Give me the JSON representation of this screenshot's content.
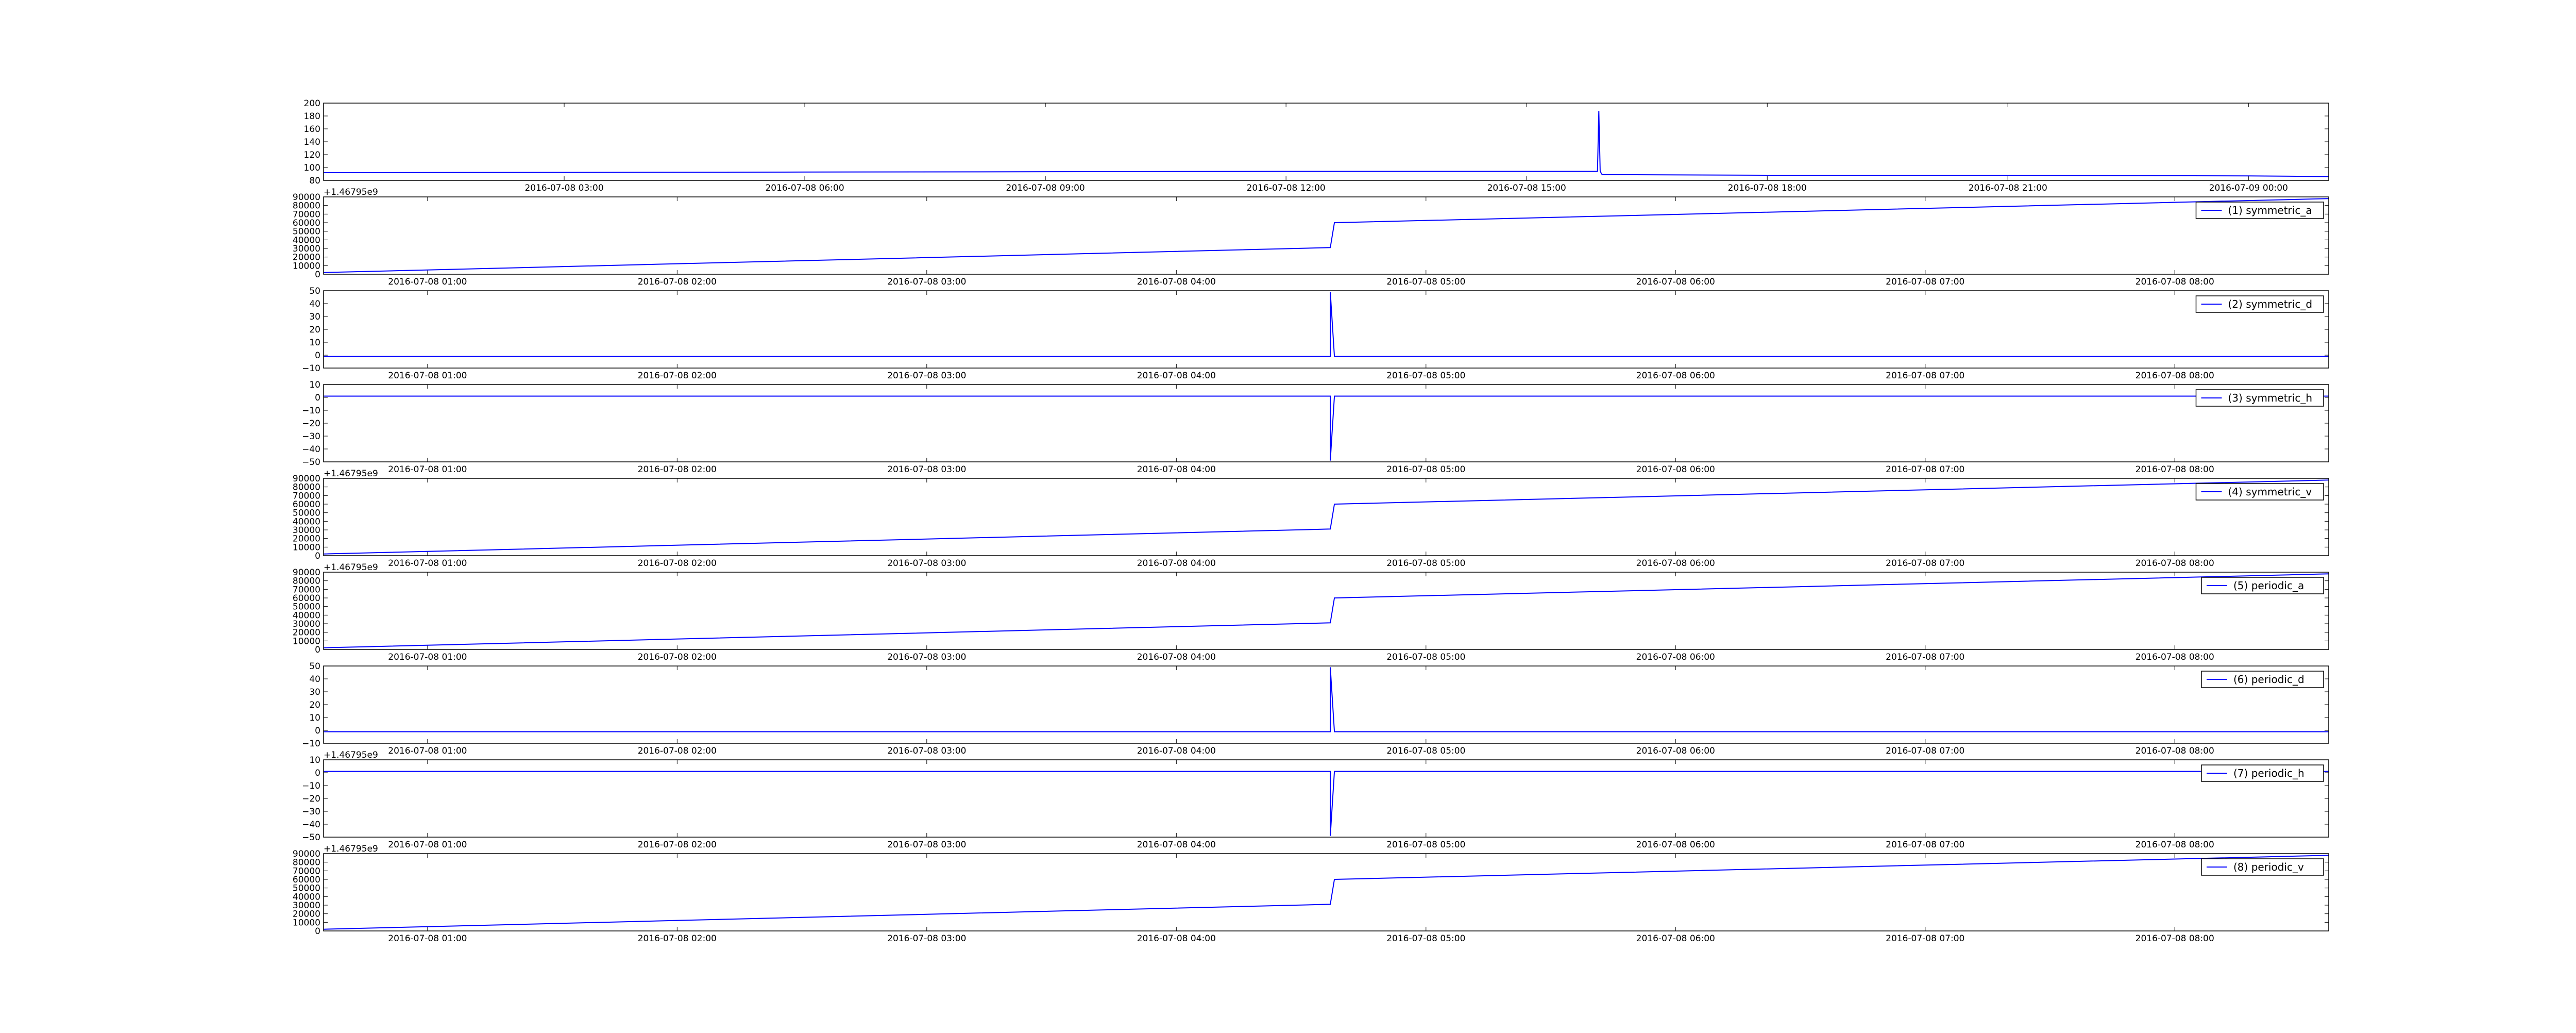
{
  "colors": {
    "line": "#0000ff",
    "axis": "#000000",
    "background": "#ffffff"
  },
  "chart_data": [
    {
      "type": "line",
      "x_kind": "datetime",
      "x_range": [
        "2016-07-08 00:00",
        "2016-07-09 01:00"
      ],
      "ylim": [
        80,
        200
      ],
      "yticks": [
        80,
        100,
        120,
        140,
        160,
        180,
        200
      ],
      "xticks": [
        "2016-07-08 03:00",
        "2016-07-08 06:00",
        "2016-07-08 09:00",
        "2016-07-08 12:00",
        "2016-07-08 15:00",
        "2016-07-08 18:00",
        "2016-07-08 21:00",
        "2016-07-09 00:00"
      ],
      "offset_label": "",
      "legend": "",
      "series": [
        {
          "x": [
            "2016-07-08 00:00",
            "2016-07-08 06:00",
            "2016-07-08 12:00",
            "2016-07-08 15:53",
            "2016-07-08 15:54",
            "2016-07-08 15:55",
            "2016-07-08 15:56",
            "2016-07-08 15:57",
            "2016-07-08 18:00",
            "2016-07-08 21:00",
            "2016-07-09 00:00",
            "2016-07-09 01:00"
          ],
          "y": [
            92,
            93,
            94,
            94,
            188,
            95,
            90,
            89,
            88,
            88,
            87,
            86
          ]
        }
      ]
    },
    {
      "type": "line",
      "x_kind": "datetime",
      "x_range": [
        "2016-07-08 00:35",
        "2016-07-08 08:37"
      ],
      "ylim": [
        0,
        90000
      ],
      "yticks": [
        0,
        10000,
        20000,
        30000,
        40000,
        50000,
        60000,
        70000,
        80000,
        90000
      ],
      "xticks": [
        "2016-07-08 01:00",
        "2016-07-08 02:00",
        "2016-07-08 03:00",
        "2016-07-08 04:00",
        "2016-07-08 05:00",
        "2016-07-08 06:00",
        "2016-07-08 07:00",
        "2016-07-08 08:00"
      ],
      "offset_label": "+1.46795e9",
      "legend": "(1) symmetric_a",
      "series": [
        {
          "x": [
            "2016-07-08 00:35",
            "2016-07-08 04:37",
            "2016-07-08 04:38",
            "2016-07-08 08:37"
          ],
          "y": [
            2000,
            31000,
            60000,
            88000
          ]
        }
      ]
    },
    {
      "type": "line",
      "x_kind": "datetime",
      "x_range": [
        "2016-07-08 00:35",
        "2016-07-08 08:37"
      ],
      "ylim": [
        -10,
        50
      ],
      "yticks": [
        -10,
        0,
        10,
        20,
        30,
        40,
        50
      ],
      "xticks": [
        "2016-07-08 01:00",
        "2016-07-08 02:00",
        "2016-07-08 03:00",
        "2016-07-08 04:00",
        "2016-07-08 05:00",
        "2016-07-08 06:00",
        "2016-07-08 07:00",
        "2016-07-08 08:00"
      ],
      "offset_label": "",
      "legend": "(2) symmetric_d",
      "series": [
        {
          "x": [
            "2016-07-08 00:35",
            "2016-07-08 04:37",
            "2016-07-08 04:37",
            "2016-07-08 04:38",
            "2016-07-08 08:37"
          ],
          "y": [
            -1,
            -1,
            49,
            -1,
            -1
          ]
        }
      ]
    },
    {
      "type": "line",
      "x_kind": "datetime",
      "x_range": [
        "2016-07-08 00:35",
        "2016-07-08 08:37"
      ],
      "ylim": [
        -50,
        10
      ],
      "yticks": [
        -50,
        -40,
        -30,
        -20,
        -10,
        0,
        10
      ],
      "xticks": [
        "2016-07-08 01:00",
        "2016-07-08 02:00",
        "2016-07-08 03:00",
        "2016-07-08 04:00",
        "2016-07-08 05:00",
        "2016-07-08 06:00",
        "2016-07-08 07:00",
        "2016-07-08 08:00"
      ],
      "offset_label": "",
      "legend": "(3) symmetric_h",
      "series": [
        {
          "x": [
            "2016-07-08 00:35",
            "2016-07-08 04:37",
            "2016-07-08 04:37",
            "2016-07-08 04:38",
            "2016-07-08 08:37"
          ],
          "y": [
            1,
            1,
            -49,
            1,
            1
          ]
        }
      ]
    },
    {
      "type": "line",
      "x_kind": "datetime",
      "x_range": [
        "2016-07-08 00:35",
        "2016-07-08 08:37"
      ],
      "ylim": [
        0,
        90000
      ],
      "yticks": [
        0,
        10000,
        20000,
        30000,
        40000,
        50000,
        60000,
        70000,
        80000,
        90000
      ],
      "xticks": [
        "2016-07-08 01:00",
        "2016-07-08 02:00",
        "2016-07-08 03:00",
        "2016-07-08 04:00",
        "2016-07-08 05:00",
        "2016-07-08 06:00",
        "2016-07-08 07:00",
        "2016-07-08 08:00"
      ],
      "offset_label": "+1.46795e9",
      "legend": "(4) symmetric_v",
      "series": [
        {
          "x": [
            "2016-07-08 00:35",
            "2016-07-08 04:37",
            "2016-07-08 04:38",
            "2016-07-08 08:37"
          ],
          "y": [
            2000,
            31000,
            60000,
            88000
          ]
        }
      ]
    },
    {
      "type": "line",
      "x_kind": "datetime",
      "x_range": [
        "2016-07-08 00:35",
        "2016-07-08 08:37"
      ],
      "ylim": [
        0,
        90000
      ],
      "yticks": [
        0,
        10000,
        20000,
        30000,
        40000,
        50000,
        60000,
        70000,
        80000,
        90000
      ],
      "xticks": [
        "2016-07-08 01:00",
        "2016-07-08 02:00",
        "2016-07-08 03:00",
        "2016-07-08 04:00",
        "2016-07-08 05:00",
        "2016-07-08 06:00",
        "2016-07-08 07:00",
        "2016-07-08 08:00"
      ],
      "offset_label": "+1.46795e9",
      "legend": "(5) periodic_a",
      "series": [
        {
          "x": [
            "2016-07-08 00:35",
            "2016-07-08 04:37",
            "2016-07-08 04:38",
            "2016-07-08 08:37"
          ],
          "y": [
            2000,
            31000,
            60000,
            88000
          ]
        }
      ]
    },
    {
      "type": "line",
      "x_kind": "datetime",
      "x_range": [
        "2016-07-08 00:35",
        "2016-07-08 08:37"
      ],
      "ylim": [
        -10,
        50
      ],
      "yticks": [
        -10,
        0,
        10,
        20,
        30,
        40,
        50
      ],
      "xticks": [
        "2016-07-08 01:00",
        "2016-07-08 02:00",
        "2016-07-08 03:00",
        "2016-07-08 04:00",
        "2016-07-08 05:00",
        "2016-07-08 06:00",
        "2016-07-08 07:00",
        "2016-07-08 08:00"
      ],
      "offset_label": "",
      "legend": "(6) periodic_d",
      "series": [
        {
          "x": [
            "2016-07-08 00:35",
            "2016-07-08 04:37",
            "2016-07-08 04:37",
            "2016-07-08 04:38",
            "2016-07-08 08:37"
          ],
          "y": [
            -1,
            -1,
            49,
            -1,
            -1
          ]
        }
      ]
    },
    {
      "type": "line",
      "x_kind": "datetime",
      "x_range": [
        "2016-07-08 00:35",
        "2016-07-08 08:37"
      ],
      "ylim": [
        -50,
        10
      ],
      "yticks": [
        -50,
        -40,
        -30,
        -20,
        -10,
        0,
        10
      ],
      "xticks": [
        "2016-07-08 01:00",
        "2016-07-08 02:00",
        "2016-07-08 03:00",
        "2016-07-08 04:00",
        "2016-07-08 05:00",
        "2016-07-08 06:00",
        "2016-07-08 07:00",
        "2016-07-08 08:00"
      ],
      "offset_label": "+1.46795e9",
      "legend": "(7) periodic_h",
      "series": [
        {
          "x": [
            "2016-07-08 00:35",
            "2016-07-08 04:37",
            "2016-07-08 04:37",
            "2016-07-08 04:38",
            "2016-07-08 08:37"
          ],
          "y": [
            1,
            1,
            -49,
            1,
            1
          ]
        }
      ]
    },
    {
      "type": "line",
      "x_kind": "datetime",
      "x_range": [
        "2016-07-08 00:35",
        "2016-07-08 08:37"
      ],
      "ylim": [
        0,
        90000
      ],
      "yticks": [
        0,
        10000,
        20000,
        30000,
        40000,
        50000,
        60000,
        70000,
        80000,
        90000
      ],
      "xticks": [
        "2016-07-08 01:00",
        "2016-07-08 02:00",
        "2016-07-08 03:00",
        "2016-07-08 04:00",
        "2016-07-08 05:00",
        "2016-07-08 06:00",
        "2016-07-08 07:00",
        "2016-07-08 08:00"
      ],
      "offset_label": "+1.46795e9",
      "legend": "(8) periodic_v",
      "series": [
        {
          "x": [
            "2016-07-08 00:35",
            "2016-07-08 04:37",
            "2016-07-08 04:38",
            "2016-07-08 08:37"
          ],
          "y": [
            2000,
            31000,
            60000,
            88000
          ]
        }
      ]
    }
  ]
}
